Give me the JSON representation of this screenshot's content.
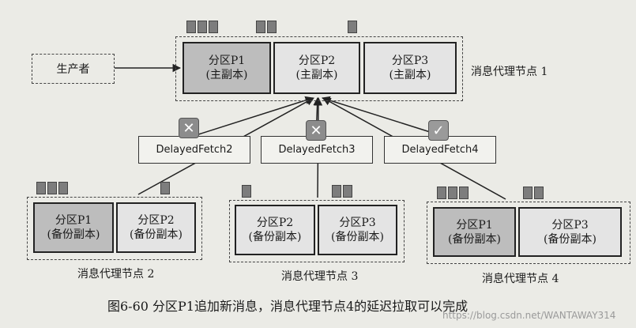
{
  "producer": {
    "label": "生产者"
  },
  "brokers": [
    {
      "label": "消息代理节点 1",
      "partitions": [
        {
          "name": "分区P1",
          "role": "(主副本)"
        },
        {
          "name": "分区P2",
          "role": "(主副本)"
        },
        {
          "name": "分区P3",
          "role": "(主副本)"
        }
      ]
    },
    {
      "label": "消息代理节点 2",
      "partitions": [
        {
          "name": "分区P1",
          "role": "(备份副本)"
        },
        {
          "name": "分区P2",
          "role": "(备份副本)"
        }
      ]
    },
    {
      "label": "消息代理节点 3",
      "partitions": [
        {
          "name": "分区P2",
          "role": "(备份副本)"
        },
        {
          "name": "分区P3",
          "role": "(备份副本)"
        }
      ]
    },
    {
      "label": "消息代理节点 4",
      "partitions": [
        {
          "name": "分区P1",
          "role": "(备份副本)"
        },
        {
          "name": "分区P3",
          "role": "(备份副本)"
        }
      ]
    }
  ],
  "fetches": [
    {
      "label": "DelayedFetch2",
      "status_icon": "cross-icon"
    },
    {
      "label": "DelayedFetch3",
      "status_icon": "cross-icon"
    },
    {
      "label": "DelayedFetch4",
      "status_icon": "check-icon"
    }
  ],
  "caption": "图6-60   分区P1追加新消息，消息代理节点4的延迟拉取可以完成",
  "watermark": "https://blog.csdn.net/WANTAWAY314",
  "colors": {
    "leader_fill": "#bdbdbd",
    "replica_fill": "#e4e4e4",
    "message_block": "#7d7d7d"
  }
}
